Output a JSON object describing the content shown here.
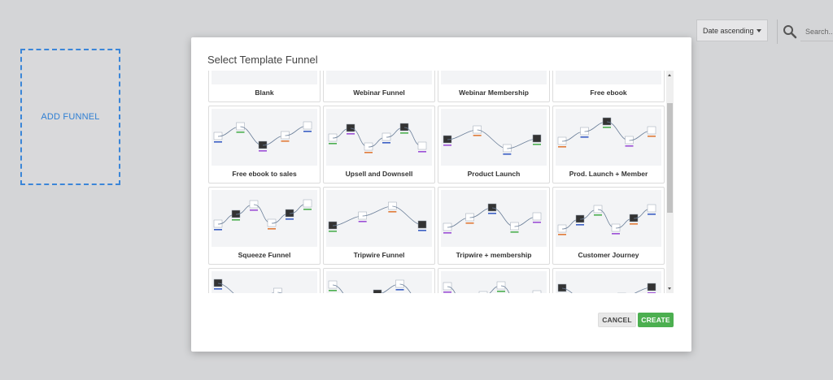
{
  "add_funnel": {
    "label": "ADD FUNNEL"
  },
  "toolbar": {
    "sort_value": "Date ascending",
    "search_placeholder": "Search.."
  },
  "modal": {
    "title": "Select Template Funnel",
    "cancel_label": "CANCEL",
    "create_label": "CREATE"
  },
  "templates": [
    {
      "label": "Blank"
    },
    {
      "label": "Webinar Funnel"
    },
    {
      "label": "Webinar Membership"
    },
    {
      "label": "Free ebook"
    },
    {
      "label": "Free ebook to sales"
    },
    {
      "label": "Upsell and Downsell"
    },
    {
      "label": "Product Launch"
    },
    {
      "label": "Prod. Launch + Member"
    },
    {
      "label": "Squeeze Funnel"
    },
    {
      "label": "Tripwire Funnel"
    },
    {
      "label": "Tripwire + membership"
    },
    {
      "label": "Customer Journey"
    },
    {
      "label": ""
    },
    {
      "label": ""
    },
    {
      "label": ""
    },
    {
      "label": ""
    }
  ],
  "colors": {
    "accent": "#2f7fd3",
    "create": "#4caf50",
    "backdrop": "#d4d5d7"
  }
}
